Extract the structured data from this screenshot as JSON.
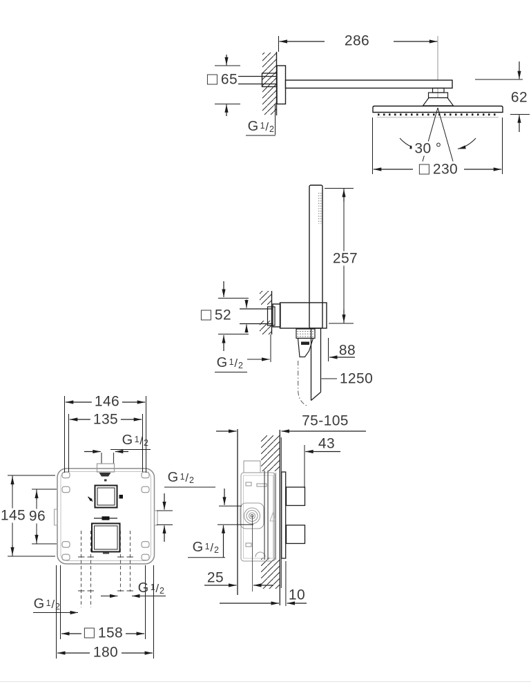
{
  "page": {
    "background": "#ffffff",
    "line_color": "#1c1c1c",
    "secondary_color": "#9a9a9a"
  },
  "labels": {
    "arm_projection": "286",
    "arm_flange_size": "65",
    "head_drop": "62",
    "spray_angle": "30 °",
    "head_width": "230",
    "hand_shower_height": "257",
    "holder_flange_size": "52",
    "holder_projection": "88",
    "hose_length": "1250",
    "hole_spacing_width": "146",
    "inner_spacing_width": "135",
    "hole_spacing_height": "145",
    "mid_hole_spacing": "96",
    "trim_plate_size": "158",
    "trim_plate_width": "180",
    "mounting_depth_range": "75-105",
    "handle_projection": "43",
    "inlet_center_depth": "25",
    "plate_projection": "10"
  },
  "thread": {
    "prefix": "G",
    "numerator": "1",
    "slash": "/",
    "denominator": "2"
  }
}
